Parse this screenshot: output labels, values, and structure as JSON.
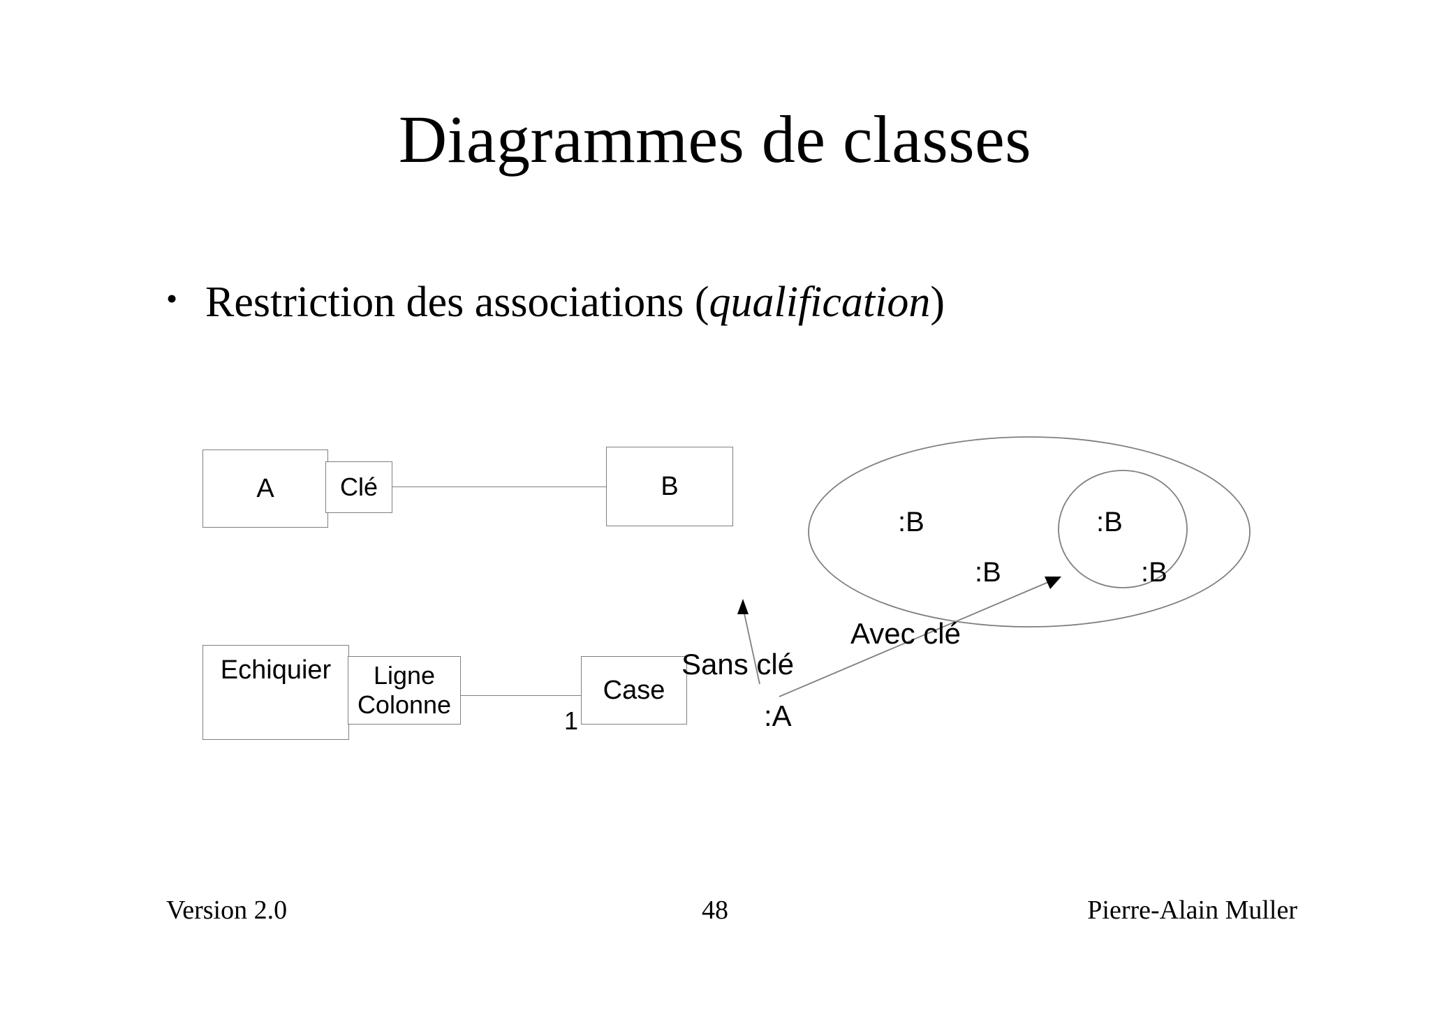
{
  "slide": {
    "title": "Diagrammes de classes",
    "bullet_marker": "•",
    "bullet_text_plain": "Restriction des associations",
    "bullet_open_paren": " (",
    "bullet_emphasis": "qualification",
    "bullet_close_paren": ")"
  },
  "diagram_qualified_association": {
    "source_class": "A",
    "qualifier": "Clé",
    "target_class": "B"
  },
  "diagram_chessboard": {
    "source_class": "Echiquier",
    "qualifier_line1": "Ligne",
    "qualifier_line2": "Colonne",
    "target_class": "Case",
    "multiplicity": "1"
  },
  "instance_diagram": {
    "instances": [
      {
        "label": ":B",
        "region": "outer-ellipse"
      },
      {
        "label": ":B",
        "region": "inner-circle"
      },
      {
        "label": ":B",
        "region": "outer-ellipse"
      },
      {
        "label": ":B",
        "region": "inner-circle"
      }
    ],
    "source_instance": ":A",
    "annotation_without_key": "Sans clé",
    "annotation_with_key": "Avec clé"
  },
  "footer": {
    "version": "Version 2.0",
    "page_number": "48",
    "author": "Pierre-Alain Muller"
  },
  "colors": {
    "text": "#000000",
    "shape_stroke": "#7f7f7f",
    "background": "#ffffff"
  }
}
